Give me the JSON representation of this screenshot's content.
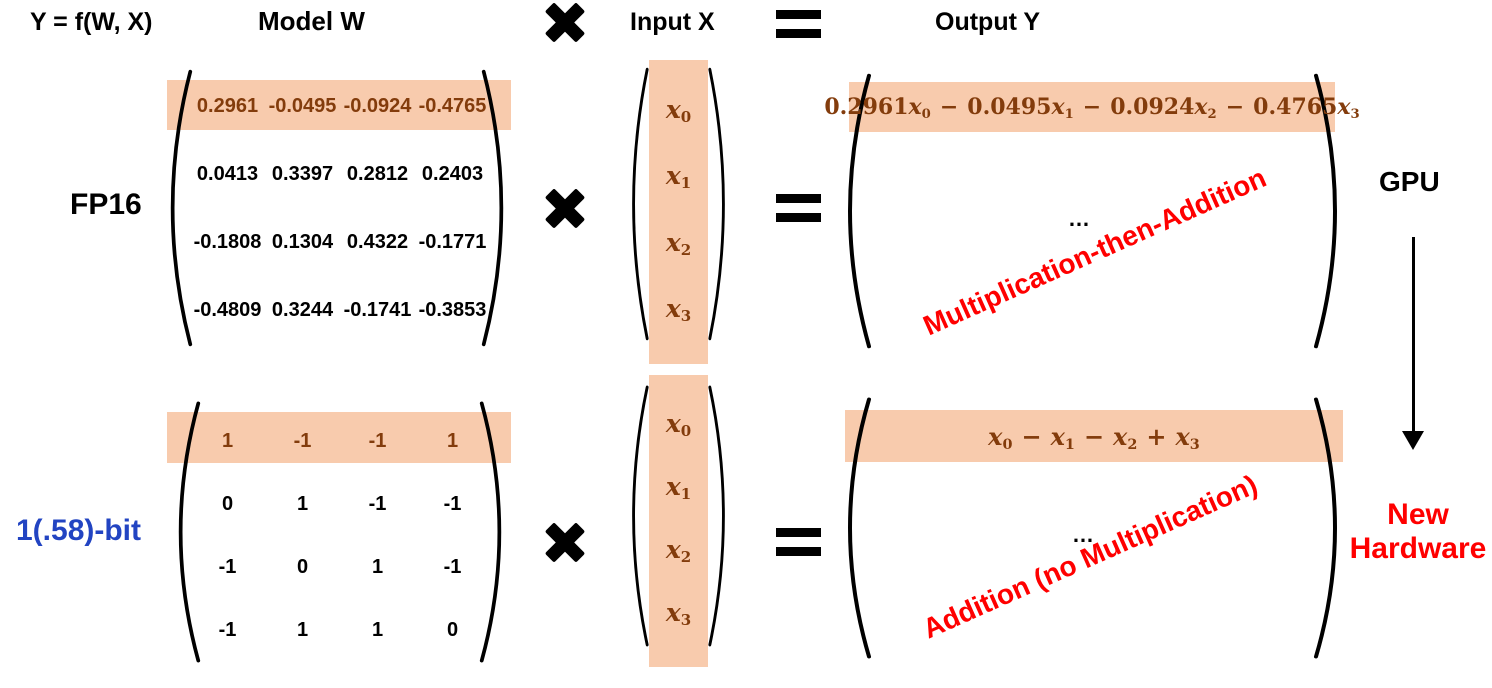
{
  "title": {
    "equation": "Y = f(W, X)"
  },
  "columns": {
    "model": "Model W",
    "input": "Input X",
    "output": "Output Y"
  },
  "icons": {
    "times": "heavy-multiplication-x",
    "equals": "heavy-equals",
    "arrow": "down-arrow"
  },
  "colors": {
    "highlight": "#F8CBAD",
    "math_brown": "#833C0C",
    "annotation_red": "#FF0000",
    "bit_label_blue": "#2244C2"
  },
  "fp16_row": {
    "label": "FP16",
    "weight_matrix": {
      "highlighted_row": 0,
      "rows": [
        [
          "0.2961",
          "-0.0495",
          "-0.0924",
          "-0.4765"
        ],
        [
          "0.0413",
          "0.3397",
          "0.2812",
          "0.2403"
        ],
        [
          "-0.1808",
          "0.1304",
          "0.4322",
          "-0.1771"
        ],
        [
          "-0.4809",
          "0.3244",
          "-0.1741",
          "-0.3853"
        ]
      ]
    },
    "input_vector": [
      {
        "var": "x",
        "sub": "0"
      },
      {
        "var": "x",
        "sub": "1"
      },
      {
        "var": "x",
        "sub": "2"
      },
      {
        "var": "x",
        "sub": "3"
      }
    ],
    "output": {
      "first_row_terms": [
        {
          "coef": "0.2961",
          "var": "x",
          "sub": "0"
        },
        {
          "op": "−",
          "coef": "0.0495",
          "var": "x",
          "sub": "1"
        },
        {
          "op": "−",
          "coef": "0.0924",
          "var": "x",
          "sub": "2"
        },
        {
          "op": "−",
          "coef": "0.4765",
          "var": "x",
          "sub": "3"
        }
      ],
      "ellipsis": "…",
      "annotation": "Multiplication-then-Addition"
    },
    "hardware_label": "GPU"
  },
  "bit_row": {
    "label": "1(.58)-bit",
    "weight_matrix": {
      "highlighted_row": 0,
      "rows": [
        [
          "1",
          "-1",
          "-1",
          "1"
        ],
        [
          "0",
          "1",
          "-1",
          "-1"
        ],
        [
          "-1",
          "0",
          "1",
          "-1"
        ],
        [
          "-1",
          "1",
          "1",
          "0"
        ]
      ]
    },
    "input_vector": [
      {
        "var": "x",
        "sub": "0"
      },
      {
        "var": "x",
        "sub": "1"
      },
      {
        "var": "x",
        "sub": "2"
      },
      {
        "var": "x",
        "sub": "3"
      }
    ],
    "output": {
      "first_row_terms": [
        {
          "var": "x",
          "sub": "0"
        },
        {
          "op": "−",
          "var": "x",
          "sub": "1"
        },
        {
          "op": "−",
          "var": "x",
          "sub": "2"
        },
        {
          "op": "+",
          "var": "x",
          "sub": "3"
        }
      ],
      "ellipsis": "…",
      "annotation": "Addition (no Multiplication)"
    },
    "hardware_label": "New Hardware"
  }
}
